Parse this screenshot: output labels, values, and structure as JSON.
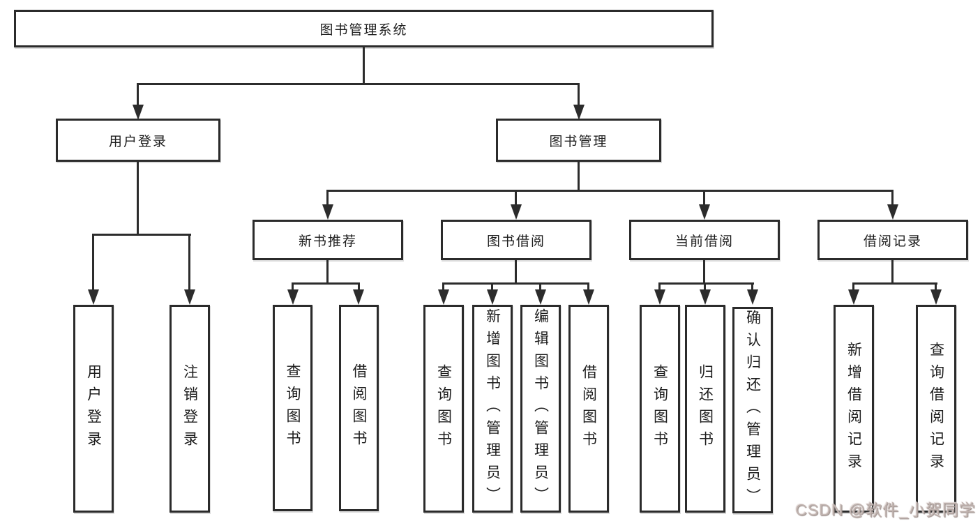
{
  "colors": {
    "line": "#2c2c2c",
    "box_border": "#2b2b2b",
    "box_background": "#ffffff",
    "text": "#1d1d1d",
    "watermark": "#c0b3af",
    "page_background": "#ffffff"
  },
  "watermark": {
    "text": "CSDN @软件_小贺同学"
  },
  "tree": {
    "root": {
      "label": "图书管理系统"
    },
    "level2": [
      {
        "label": "用户登录",
        "children": [
          {
            "label": "用户登录"
          },
          {
            "label": "注销登录"
          }
        ]
      },
      {
        "label": "图书管理"
      }
    ],
    "level3": [
      {
        "label": "新书推荐",
        "children": [
          {
            "label": "查询图书"
          },
          {
            "label": "借阅图书"
          }
        ]
      },
      {
        "label": "图书借阅",
        "children": [
          {
            "label": "查询图书"
          },
          {
            "label": "新增图书（管理员）"
          },
          {
            "label": "编辑图书（管理员）"
          },
          {
            "label": "借阅图书"
          }
        ]
      },
      {
        "label": "当前借阅",
        "children": [
          {
            "label": "查询图书"
          },
          {
            "label": "归还图书"
          },
          {
            "label": "确认归还（管理员）"
          }
        ]
      },
      {
        "label": "借阅记录",
        "children": [
          {
            "label": "新增借阅记录"
          },
          {
            "label": "查询借阅记录"
          }
        ]
      }
    ]
  }
}
